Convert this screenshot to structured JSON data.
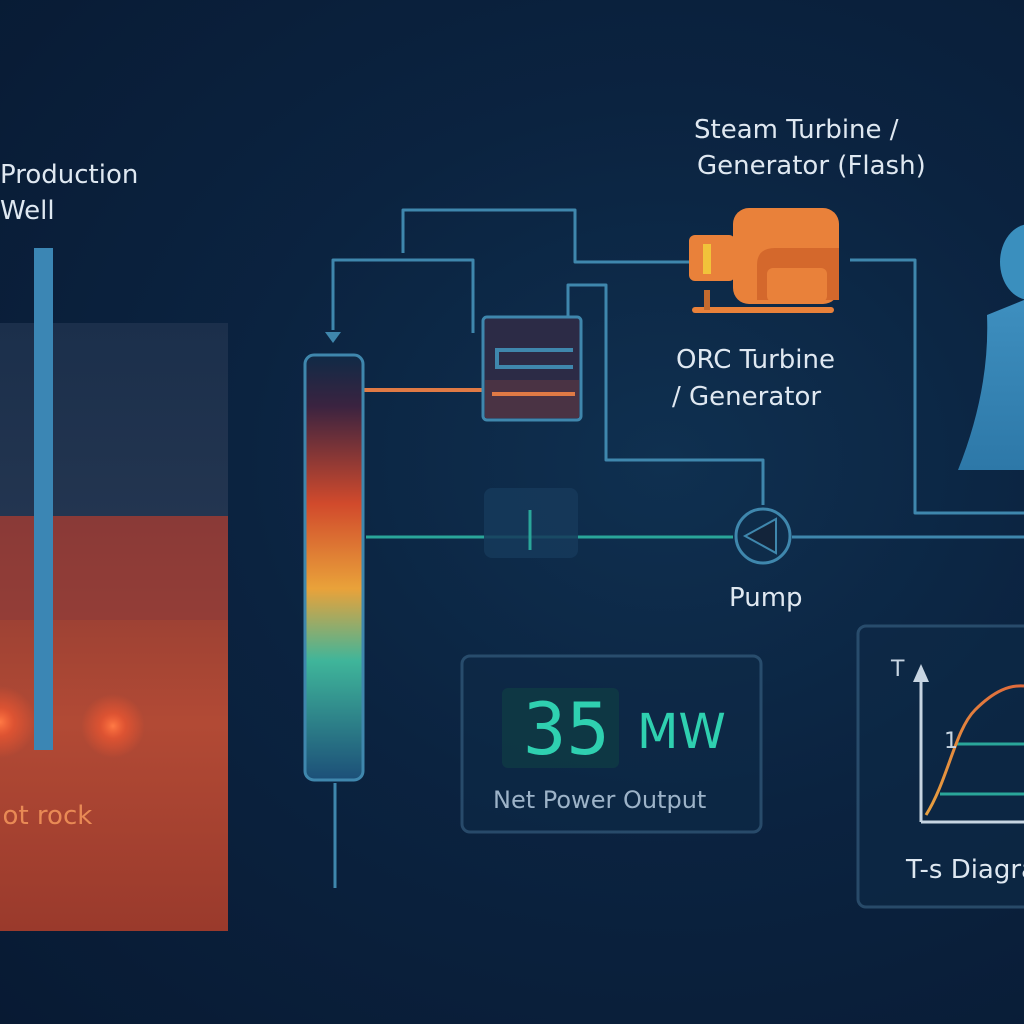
{
  "labels": {
    "production_well": [
      "Production",
      "Well"
    ],
    "hot_rock": "Hot rock",
    "steam_turbine": [
      "Steam Turbine /",
      "Generator (Flash)"
    ],
    "orc_turbine": [
      "ORC Turbine",
      "/ Generator"
    ],
    "pump": "Pump"
  },
  "output_panel": {
    "value": "35",
    "unit": "MW",
    "caption": "Net Power Output"
  },
  "ts_diagram": {
    "t_axis_label": "T",
    "marker": "1",
    "caption": "T-s Diagram"
  },
  "colors": {
    "pipe": "#3f87ad",
    "hot_pipe": "#e07a45",
    "cool_pipe": "#2aa69a",
    "turbine": "#e9813a",
    "readout": "#2fd0b0"
  },
  "icons": {
    "turbine": "turbine-generator-icon",
    "pump": "pump-icon",
    "cooling_tower": "cooling-tower-icon",
    "heat_exchanger": "heat-exchanger-icon",
    "valve": "valve-icon"
  }
}
